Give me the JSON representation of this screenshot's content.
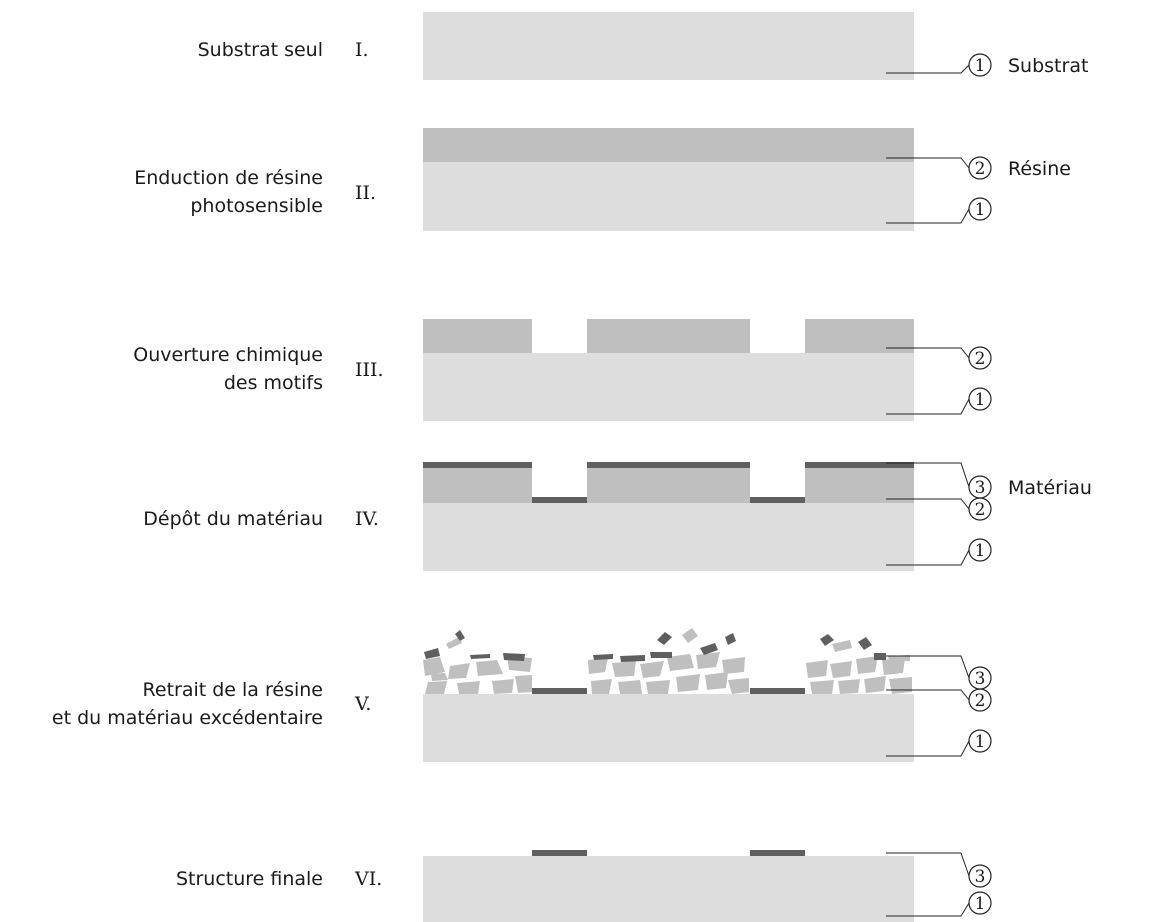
{
  "colors": {
    "substrate": "#dddddd",
    "resist": "#bfbfbf",
    "material": "#5f5f5f",
    "text": "#1a1a1a",
    "line": "#222222"
  },
  "steps": [
    {
      "roman": "I.",
      "desc": [
        "Substrat seul"
      ]
    },
    {
      "roman": "II.",
      "desc": [
        "Enduction de résine",
        "photosensible"
      ]
    },
    {
      "roman": "III.",
      "desc": [
        "Ouverture chimique",
        "des motifs"
      ]
    },
    {
      "roman": "IV.",
      "desc": [
        "Dépôt du matériau"
      ]
    },
    {
      "roman": "V.",
      "desc": [
        "Retrait de la résine",
        "et du matériau excédentaire"
      ]
    },
    {
      "roman": "VI.",
      "desc": [
        "Structure finale"
      ]
    }
  ],
  "layers": {
    "1": {
      "number": "1",
      "name": "Substrat"
    },
    "2": {
      "number": "2",
      "name": "Résine"
    },
    "3": {
      "number": "3",
      "name": "Matériau"
    }
  }
}
